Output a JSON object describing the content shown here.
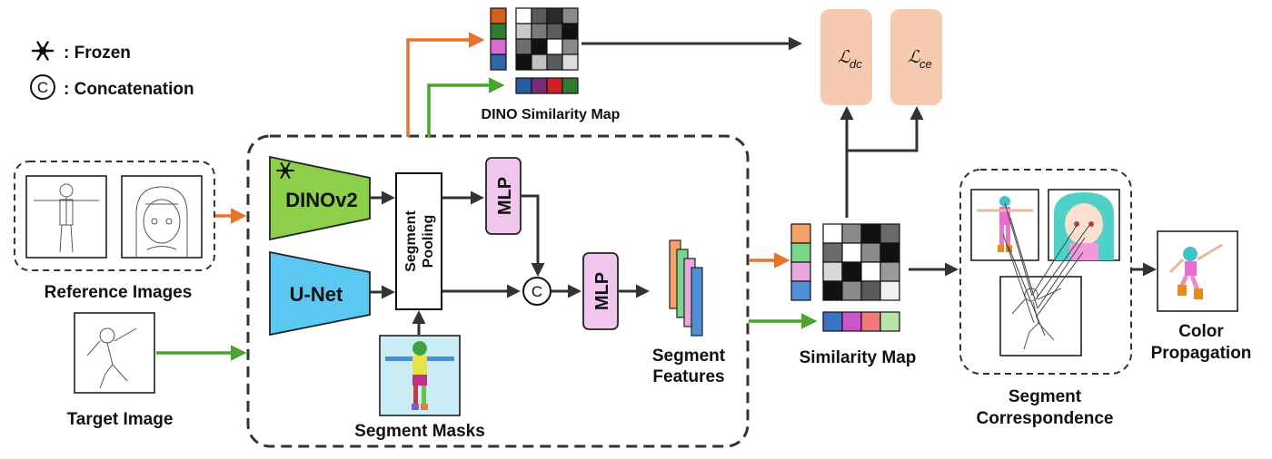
{
  "legend": {
    "frozen": ": Frozen",
    "concat_symbol": "C",
    "concat": ": Concatenation"
  },
  "inputs": {
    "reference_images": "Reference Images",
    "target_image": "Target Image"
  },
  "model": {
    "dinov2": "DINOv2",
    "unet": "U-Net",
    "segment_pooling_line1": "Segment",
    "segment_pooling_line2": "Pooling",
    "mlp_top": "MLP",
    "mlp_bottom": "MLP",
    "concat_symbol": "C",
    "segment_masks": "Segment Masks",
    "segment_features_line1": "Segment",
    "segment_features_line2": "Features"
  },
  "dino_similarity_map": "DINO Similarity Map",
  "similarity_map": "Similarity Map",
  "losses": {
    "dc_main": "ℒ",
    "dc_sub": "dc",
    "ce_main": "ℒ",
    "ce_sub": "ce"
  },
  "segment_correspondence_line1": "Segment",
  "segment_correspondence_line2": "Correspondence",
  "color_propagation_line1": "Color",
  "color_propagation_line2": "Propagation",
  "colors": {
    "orange_arrow": "#e8732e",
    "green_arrow": "#4aa52e",
    "dino_green": "#8dcf4a",
    "unet_blue": "#5bc8f2",
    "mlp_pink": "#f0c6ec",
    "loss_peach": "#f7c9b0",
    "dark": "#333333"
  },
  "dino_matrix_gray": [
    [
      "#ffffff",
      "#5a5a5a",
      "#2a2a2a",
      "#8a8a8a"
    ],
    [
      "#c8c8c8",
      "#7a7a7a",
      "#5c5c5c",
      "#111111"
    ],
    [
      "#6e6e6e",
      "#111111",
      "#ffffff",
      "#8a8a8a"
    ],
    [
      "#111111",
      "#c0c0c0",
      "#5a5a5a",
      "#dcdcdc"
    ]
  ],
  "dino_row_colors": [
    "#d4601e",
    "#2e7d2e",
    "#d86bd0",
    "#2f68a8"
  ],
  "dino_col_colors": [
    "#2a5aa0",
    "#7b2a7b",
    "#cc2222",
    "#2e7d2e"
  ],
  "sim_matrix_gray": [
    [
      "#ffffff",
      "#8a8a8a",
      "#111111",
      "#6a6a6a"
    ],
    [
      "#6a6a6a",
      "#ffffff",
      "#8a8a8a",
      "#111111"
    ],
    [
      "#d8d8d8",
      "#111111",
      "#ffffff",
      "#9a9a9a"
    ],
    [
      "#111111",
      "#8a8a8a",
      "#5a5a5a",
      "#f2f2f2"
    ]
  ],
  "sim_row_colors": [
    "#f4a26a",
    "#7ad68a",
    "#e9a6df",
    "#4f8fd8"
  ],
  "sim_col_colors": [
    "#3b72c4",
    "#cc55cc",
    "#f07a7a",
    "#b6e6a4"
  ],
  "feature_colors": [
    "#f4a26a",
    "#7ad68a",
    "#e9a6df",
    "#4f8fd8"
  ]
}
